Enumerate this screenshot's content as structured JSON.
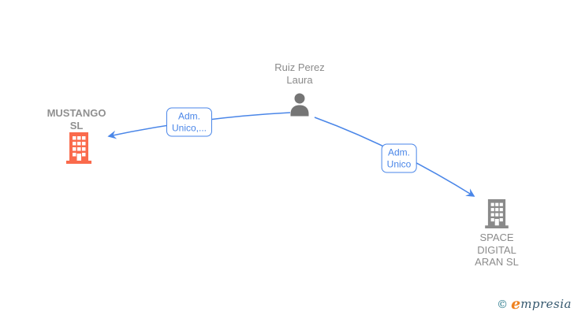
{
  "colors": {
    "edge": "#4a86e8",
    "company_highlight": "#fa6a4c",
    "company_gray": "#8a8a8a",
    "person_gray": "#757575",
    "node_text": "#8b8b8b",
    "node_text_highlight": "#909090",
    "label_bg": "#ffffff",
    "logo_teal": "#2a7a8c",
    "logo_orange": "#ef8220",
    "logo_dark": "#35586e"
  },
  "graph": {
    "nodes": [
      {
        "id": "ruiz-perez-laura",
        "type": "person",
        "highlighted": false,
        "label_lines": [
          "Ruiz Perez",
          "Laura"
        ]
      },
      {
        "id": "mustango-sl",
        "type": "company",
        "highlighted": true,
        "label_lines": [
          "MUSTANGO",
          "SL"
        ]
      },
      {
        "id": "space-digital-aran-sl",
        "type": "company",
        "highlighted": false,
        "label_lines": [
          "SPACE",
          "DIGITAL",
          "ARAN SL"
        ]
      }
    ],
    "edges": [
      {
        "from": "ruiz-perez-laura",
        "to": "mustango-sl",
        "label_lines": [
          "Adm.",
          "Unico,..."
        ]
      },
      {
        "from": "ruiz-perez-laura",
        "to": "space-digital-aran-sl",
        "label_lines": [
          "Adm.",
          "Unico"
        ]
      }
    ]
  },
  "footer": {
    "copyright_symbol": "©",
    "brand_e": "e",
    "brand_rest": "mpresia"
  }
}
